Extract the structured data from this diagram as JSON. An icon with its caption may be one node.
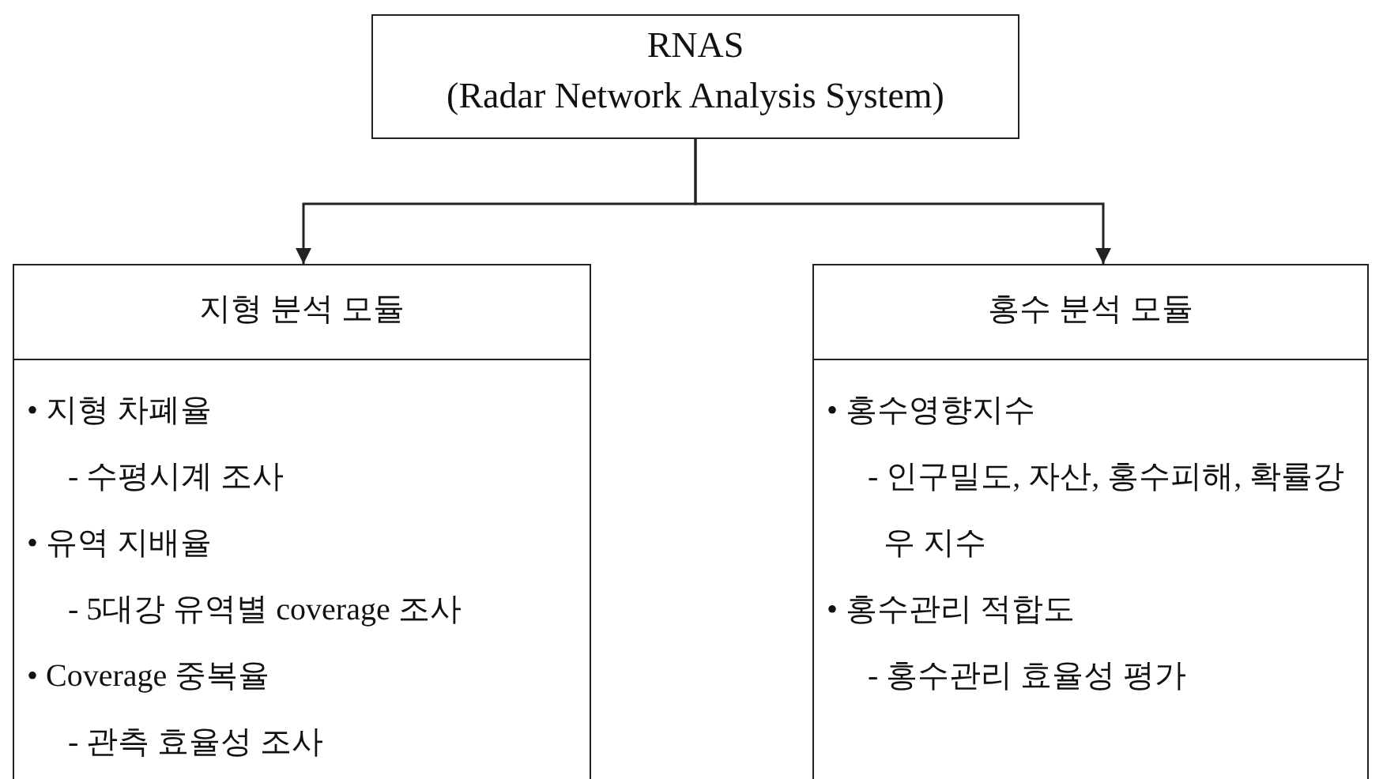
{
  "diagram": {
    "nodes": [
      {
        "text": [
          "RNAS",
          "(Radar Network Analysis System)"
        ]
      },
      {
        "text": [
          "지형 분석 모듈",
          "• 지형 차폐율",
          "- 수평시계 조사",
          "• 유역 지배율",
          "- 5대강 유역별 coverage 조사",
          "• Coverage 중복율",
          "- 관측 효율성 조사"
        ]
      },
      {
        "text": [
          "홍수 분석 모듈",
          "• 홍수영향지수",
          "- 인구밀도, 자산, 홍수피해, 확률강우 지수",
          "• 홍수관리 적합도",
          "- 홍수관리 효율성 평가"
        ]
      }
    ],
    "edges": [
      {
        "from": 0,
        "to": 1,
        "arrow": "to"
      },
      {
        "from": 0,
        "to": 2,
        "arrow": "to"
      }
    ]
  }
}
